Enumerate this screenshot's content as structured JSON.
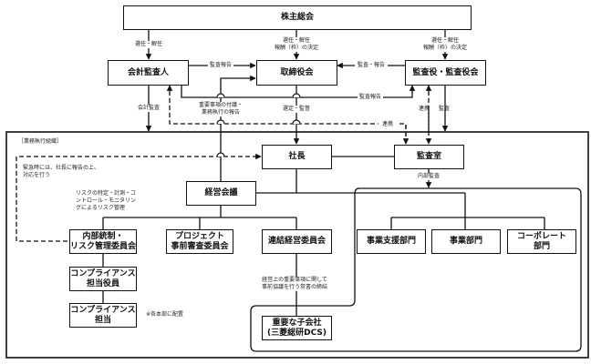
{
  "diagram": {
    "nodes": {
      "shareholders": "株主総会",
      "accounting_auditor": "会計監査人",
      "board": "取締役会",
      "auditors": "監査役・監査役会",
      "president": "社長",
      "audit_office": "監査室",
      "management_meeting": "経営会議",
      "internal_control": "内部統制・\nリスク管理委員会",
      "project_review": "プロジェクト\n事前審査委員会",
      "consolidated": "連結経営委員会",
      "compliance_officer": "コンプライアンス\n担当役員",
      "compliance_staff": "コンプライアンス\n担当",
      "subsidiary": "重要な子会社\n(三菱総研DCS)",
      "business_support": "事業支援部門",
      "business": "事業部門",
      "corporate": "コーポレート\n部門"
    },
    "labels": {
      "appoint_dismiss": "選任・解任",
      "appoint_dismiss_pay_board": "選任・解任\n報酬（枠）の決定",
      "appoint_dismiss_pay_auditors": "選任・解任\n報酬（枠）の決定",
      "audit_report_1": "監査報告",
      "audit_report_2": "監査・報告",
      "audit_report_3": "監査報告",
      "accounting_audit": "会計監査",
      "important_matters": "重要事項の付議・\n業務執行の報告",
      "select_supervise": "選定・監督",
      "cooperation_1": "連携",
      "cooperation_2": "連携",
      "audit": "監査",
      "internal_audit": "内部監査",
      "exec_org": "［業務執行組織］",
      "emergency": "緊急時には、社長に報告の上、\n対応を行う",
      "risk_mgmt": "リスクの特定・計測・コ\nントロール・モニタリン\nグによるリスク管理",
      "placed_each_dept": "※各本部に配置",
      "memorandum": "経営上の重要事項に関して\n事前協議を行う覚書の締結"
    }
  }
}
